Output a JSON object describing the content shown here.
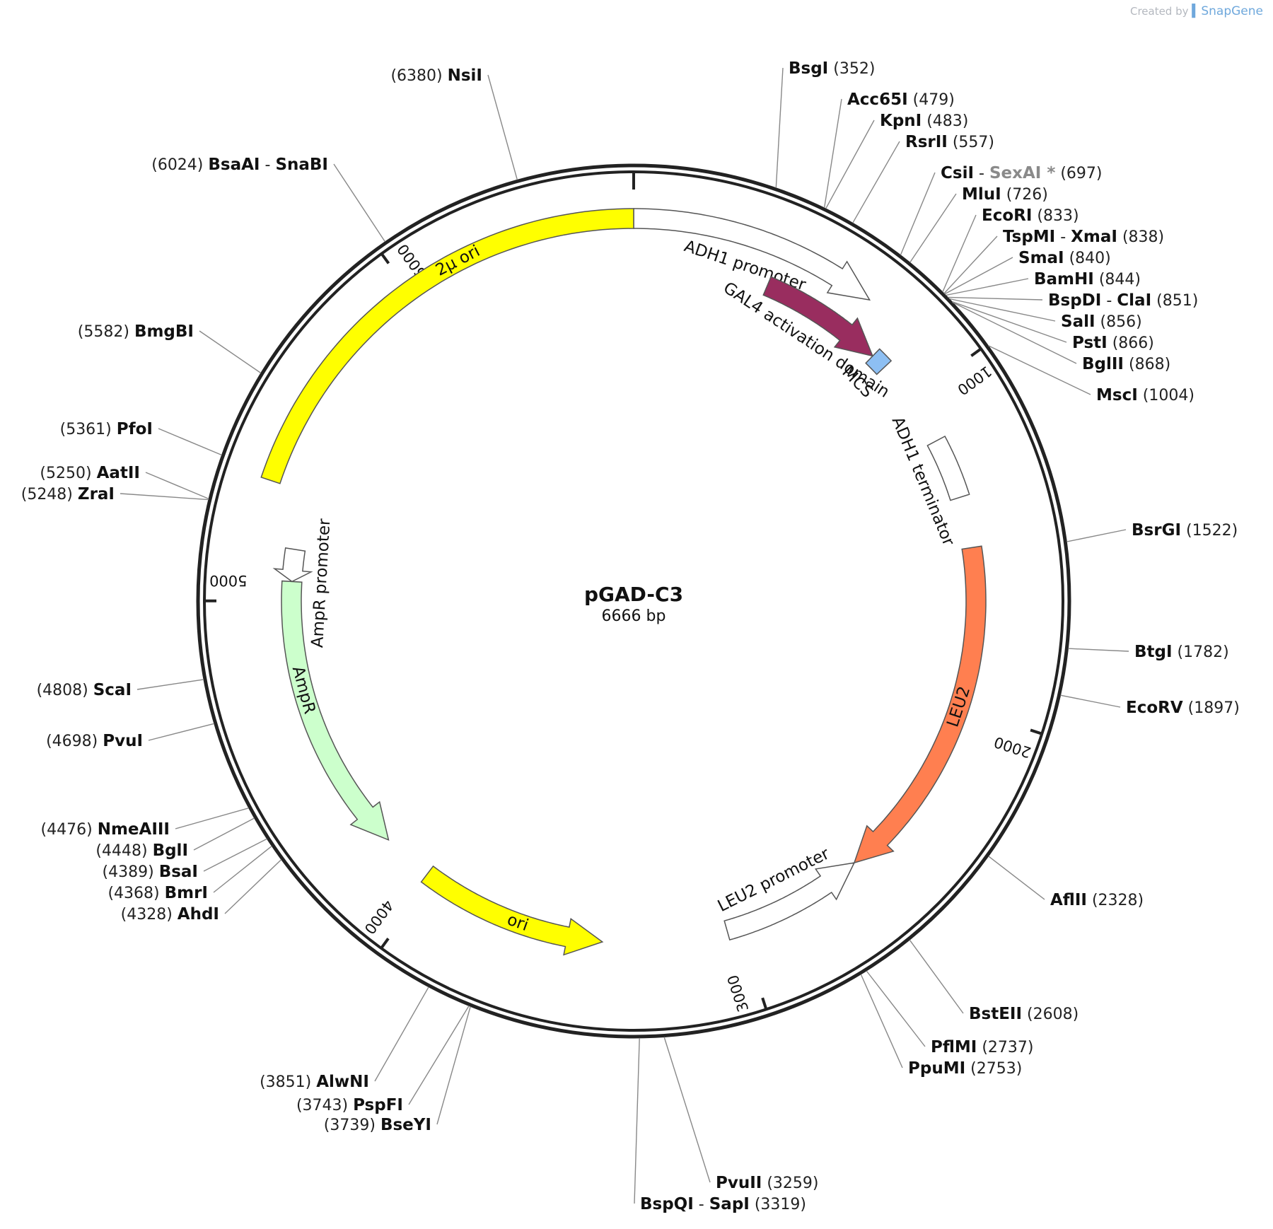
{
  "credit": {
    "prefix": "Created by",
    "brand": "SnapGene"
  },
  "plasmid": {
    "name": "pGAD-C3",
    "size_label": "6666 bp",
    "length": 6666
  },
  "ticks": [
    "1000",
    "2000",
    "3000",
    "4000",
    "5000",
    "6000"
  ],
  "features": [
    {
      "id": "adh1-promoter",
      "label": "ADH1 promoter",
      "start": 0,
      "end": 705,
      "kind": "arrow",
      "color": "#ffffff",
      "label_pos": 340
    },
    {
      "id": "gal4-ad",
      "label": "GAL4 activation domain",
      "start": 425,
      "end": 820,
      "kind": "arrow",
      "color": "#992d5f",
      "label_pos": 620
    },
    {
      "id": "mcs",
      "label": "MCS",
      "start": 820,
      "end": 870,
      "kind": "box",
      "color": "#8dbff3",
      "label_pos": 845
    },
    {
      "id": "adh1-terminator",
      "label": "ADH1 terminator",
      "start": 1150,
      "end": 1340,
      "kind": "box",
      "color": "#ffffff",
      "label_pos": 1250
    },
    {
      "id": "leu2",
      "label": "LEU2",
      "start": 1500,
      "end": 2590,
      "kind": "arrow",
      "color": "#ff7f50",
      "label_pos": 2000
    },
    {
      "id": "leu2-promoter",
      "label": "LEU2 promoter",
      "start": 2590,
      "end": 3040,
      "kind": "arrow-rev",
      "color": "#ffffff",
      "label_pos": 2840
    },
    {
      "id": "ori",
      "label": "ori",
      "start": 3430,
      "end": 4020,
      "kind": "arrow-rev",
      "color": "#ffff00",
      "label_pos": 3700
    },
    {
      "id": "ampr",
      "label": "AmpR",
      "start": 4180,
      "end": 5060,
      "kind": "arrow-rev",
      "color": "#ccffcc",
      "label_pos": 4720
    },
    {
      "id": "ampr-promoter",
      "label": "AmpR promoter",
      "start": 5060,
      "end": 5160,
      "kind": "arrow-rev",
      "color": "#ffffff",
      "label_pos": 5060
    },
    {
      "id": "2u-ori",
      "label": "2μ ori",
      "start": 5340,
      "end": 6666,
      "kind": "box",
      "color": "#ffff00",
      "label_pos": 6160
    }
  ],
  "enzymes": [
    {
      "name": "BsgI",
      "pos": "352",
      "site": 352
    },
    {
      "name": "Acc65I",
      "pos": "479",
      "site": 479
    },
    {
      "name": "KpnI",
      "pos": "483",
      "site": 483
    },
    {
      "name": "RsrII",
      "pos": "557",
      "site": 557
    },
    {
      "name": "CsiI",
      "name2": "SexAI *",
      "pos": "697",
      "site": 697,
      "grey2": true
    },
    {
      "name": "MluI",
      "pos": "726",
      "site": 726
    },
    {
      "name": "EcoRI",
      "pos": "833",
      "site": 833
    },
    {
      "name": "TspMI",
      "name2": "XmaI",
      "pos": "838",
      "site": 838
    },
    {
      "name": "SmaI",
      "pos": "840",
      "site": 840
    },
    {
      "name": "BamHI",
      "pos": "844",
      "site": 844
    },
    {
      "name": "BspDI",
      "name2": "ClaI",
      "pos": "851",
      "site": 851
    },
    {
      "name": "SalI",
      "pos": "856",
      "site": 856
    },
    {
      "name": "PstI",
      "pos": "866",
      "site": 866
    },
    {
      "name": "BglII",
      "pos": "868",
      "site": 868
    },
    {
      "name": "MscI",
      "pos": "1004",
      "site": 1004
    },
    {
      "name": "BsrGI",
      "pos": "1522",
      "site": 1522
    },
    {
      "name": "BtgI",
      "pos": "1782",
      "site": 1782
    },
    {
      "name": "EcoRV",
      "pos": "1897",
      "site": 1897
    },
    {
      "name": "AflII",
      "pos": "2328",
      "site": 2328
    },
    {
      "name": "BstEII",
      "pos": "2608",
      "site": 2608
    },
    {
      "name": "PflMI",
      "pos": "2737",
      "site": 2737
    },
    {
      "name": "PpuMI",
      "pos": "2753",
      "site": 2753
    },
    {
      "name": "PvuII",
      "pos": "3259",
      "site": 3259
    },
    {
      "name": "BspQI",
      "name2": "SapI",
      "pos": "3319",
      "site": 3319
    },
    {
      "name": "BseYI",
      "pos": "3739",
      "site": 3739
    },
    {
      "name": "PspFI",
      "pos": "3743",
      "site": 3743
    },
    {
      "name": "AlwNI",
      "pos": "3851",
      "site": 3851
    },
    {
      "name": "AhdI",
      "pos": "4328",
      "site": 4328
    },
    {
      "name": "BmrI",
      "pos": "4368",
      "site": 4368
    },
    {
      "name": "BsaI",
      "pos": "4389",
      "site": 4389
    },
    {
      "name": "BglI",
      "pos": "4448",
      "site": 4448
    },
    {
      "name": "NmeAIII",
      "pos": "4476",
      "site": 4476
    },
    {
      "name": "PvuI",
      "pos": "4698",
      "site": 4698
    },
    {
      "name": "ScaI",
      "pos": "4808",
      "site": 4808
    },
    {
      "name": "ZraI",
      "pos": "5248",
      "site": 5248
    },
    {
      "name": "AatII",
      "pos": "5250",
      "site": 5250
    },
    {
      "name": "PfoI",
      "pos": "5361",
      "site": 5361
    },
    {
      "name": "BmgBI",
      "pos": "5582",
      "site": 5582
    },
    {
      "name": "BsaAI",
      "name2": "SnaBI",
      "pos": "6024",
      "site": 6024
    },
    {
      "name": "NsiI",
      "pos": "6380",
      "site": 6380
    }
  ]
}
